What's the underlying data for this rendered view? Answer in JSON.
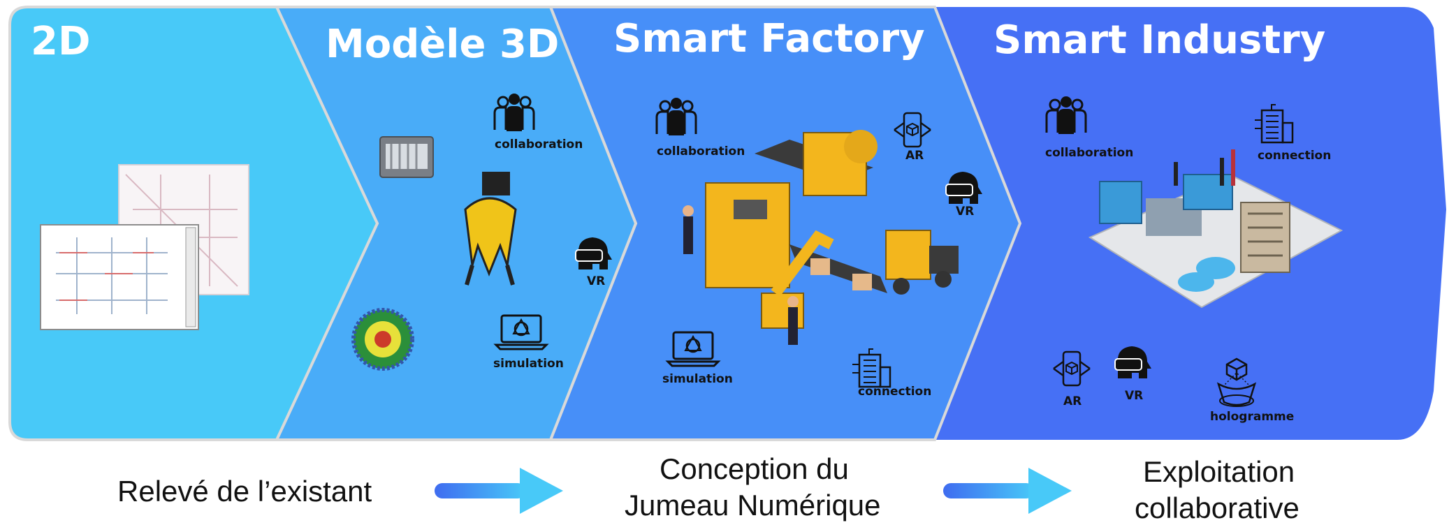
{
  "stages": [
    {
      "title": "2D",
      "color": "#48C9F8"
    },
    {
      "title": "Modèle 3D",
      "color": "#49ACF8"
    },
    {
      "title": "Smart Factory",
      "color": "#478FF8"
    },
    {
      "title": "Smart Industry",
      "color": "#4670F5"
    }
  ],
  "labels": {
    "modele": {
      "collaboration": "collaboration",
      "vr": "VR",
      "simulation": "simulation"
    },
    "factory": {
      "collaboration": "collaboration",
      "ar": "AR",
      "vr": "VR",
      "simulation": "simulation",
      "connection": "connection"
    },
    "industry": {
      "collaboration": "collaboration",
      "connection": "connection",
      "ar": "AR",
      "vr": "VR",
      "hologramme": "hologramme"
    }
  },
  "bottom": {
    "step1": "Relevé de l’existant",
    "step2_line1": "Conception du",
    "step2_line2": "Jumeau Numérique",
    "step3_line1": "Exploitation",
    "step3_line2": "collaborative"
  },
  "icons": [
    "people-icon",
    "vr-headset-icon",
    "ar-cube-icon",
    "laptop-simulation-icon",
    "building-connection-icon",
    "hologram-icon",
    "arrow-right-icon"
  ]
}
